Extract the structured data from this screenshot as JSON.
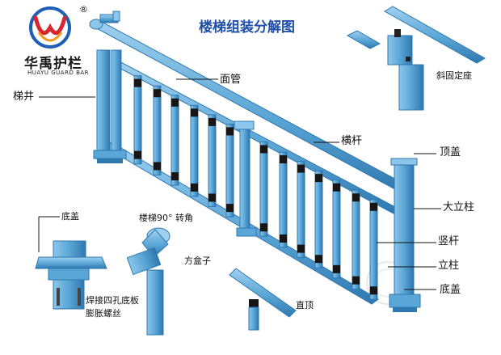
{
  "brand": {
    "name_cn": "华禹护栏",
    "name_en": "HUAYU GUARD BAR",
    "registered_mark": "®"
  },
  "title": "楼梯组装分解图",
  "labels": {
    "stair_well": "梯井",
    "handrail": "面管",
    "crossbar": "横杆",
    "slant_seat": "斜固定座",
    "top_cap": "顶盖",
    "big_post": "大立柱",
    "baluster": "竖杆",
    "post": "立柱",
    "bottom_cap_right": "底盖",
    "bottom_cap_left": "底盖",
    "weld_plate": "焊接四孔底板",
    "expansion_bolt": "膨胀螺丝",
    "corner": "楼梯90° 转角",
    "square_box": "方盒子",
    "straight_top": "直顶"
  },
  "colors": {
    "blue": "#5aa6d6",
    "blue_light": "#9fd0ef",
    "blue_dark": "#2f78b0",
    "black": "#161616",
    "title": "#1f4fa8",
    "logo_red": "#d8262e",
    "logo_blue": "#1e5fb4",
    "logo_orange": "#f29a1c"
  }
}
